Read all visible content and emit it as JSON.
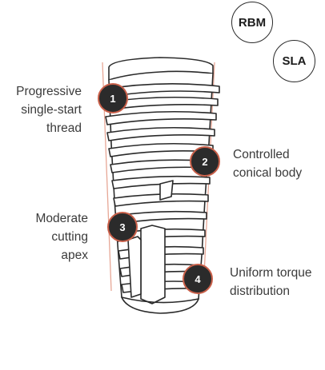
{
  "badges": {
    "rbm": "RBM",
    "sla": "SLA"
  },
  "features": [
    {
      "number": "1",
      "label": "Progressive\nsingle-start\nthread"
    },
    {
      "number": "2",
      "label": "Controlled\nconical body"
    },
    {
      "number": "3",
      "label": "Moderate\ncutting\napex"
    },
    {
      "number": "4",
      "label": "Uniform torque\ndistribution"
    }
  ],
  "colors": {
    "accent": "#c9604a",
    "marker_fill": "#2b2b2b",
    "outline": "#2a2a2a",
    "text": "#3b3b3b"
  }
}
